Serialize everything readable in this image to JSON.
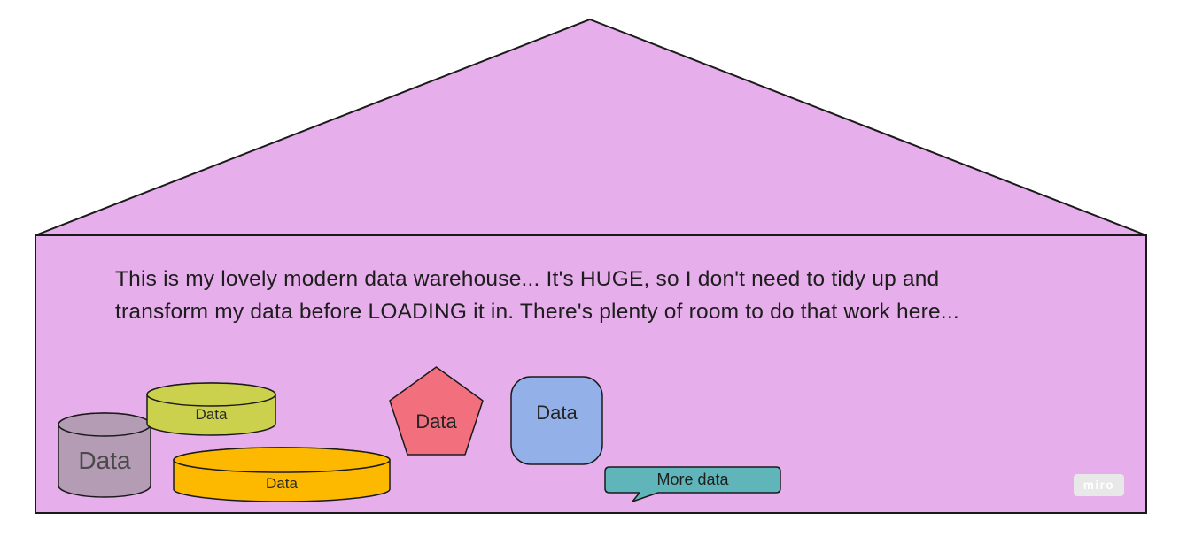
{
  "board": {
    "background": "#ffffff",
    "house": {
      "fill": "#e6aeea",
      "outline": "#1a1a1a"
    },
    "caption": {
      "line1": "This is my lovely modern data warehouse... It's HUGE, so I don't need to tidy up and",
      "line2": "transform my data before LOADING it in. There's plenty of room to do that work here..."
    },
    "shapes": [
      {
        "name": "mauve-database-cylinder",
        "type": "cylinder",
        "label": "Data",
        "fill": "#b49cb5"
      },
      {
        "name": "olive-database-cylinder",
        "type": "cylinder",
        "label": "Data",
        "fill": "#ccd14d"
      },
      {
        "name": "gold-database-cylinder",
        "type": "cylinder",
        "label": "Data",
        "fill": "#fcb900"
      },
      {
        "name": "red-pentagon",
        "type": "pentagon",
        "label": "Data",
        "fill": "#f2707e"
      },
      {
        "name": "blue-rounded-square",
        "type": "rounded-square",
        "label": "Data",
        "fill": "#93b1e8"
      },
      {
        "name": "teal-speech-bubble",
        "type": "speech-bubble",
        "label": "More data",
        "fill": "#5fb5b9"
      }
    ],
    "watermark": "miro"
  }
}
